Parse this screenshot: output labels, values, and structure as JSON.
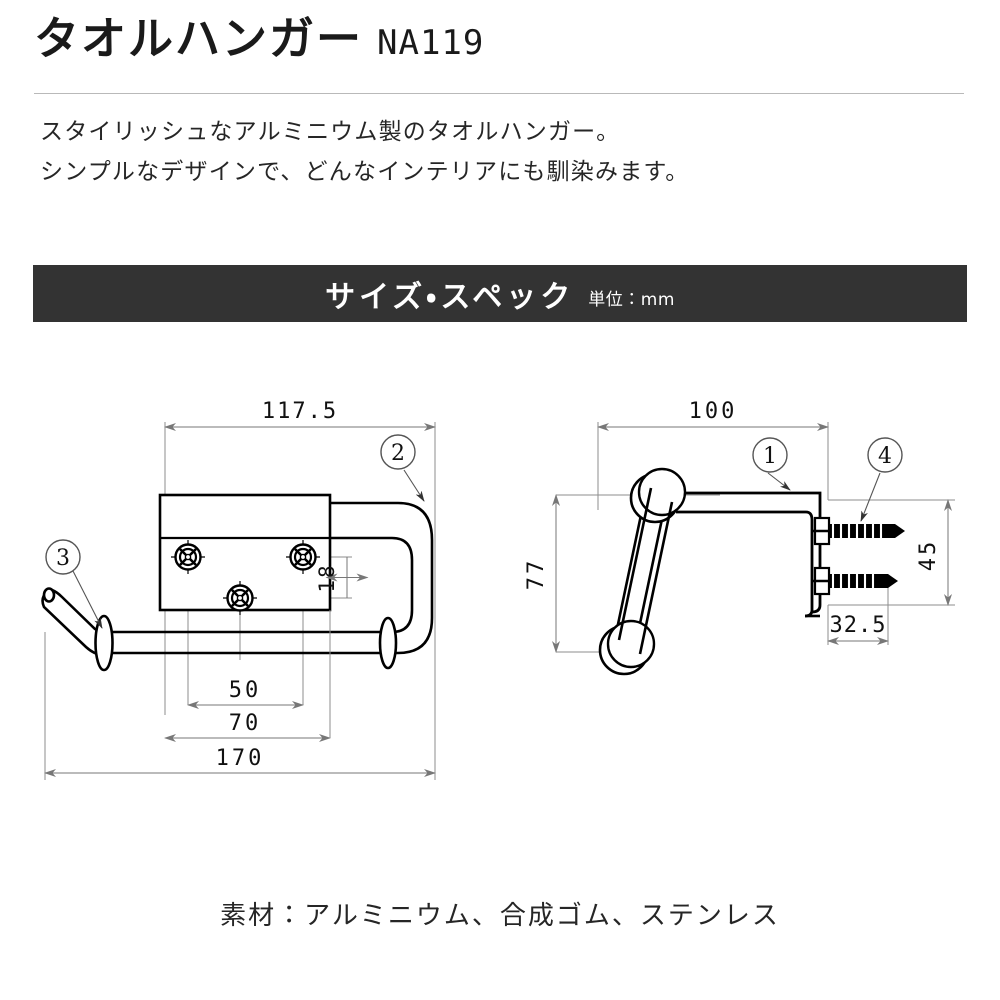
{
  "header": {
    "product_name": "タオルハンガー",
    "model_number": "NA119",
    "description_lines": [
      "スタイリッシュなアルミニウム製のタオルハンガー。",
      "シンプルなデザインで、どんなインテリアにも馴染みます。"
    ]
  },
  "banner": {
    "title": "サイズ・スペック",
    "unit_note": "単位：mm",
    "background_color": "#333333",
    "text_color": "#ffffff"
  },
  "spec_drawing": {
    "front_view": {
      "dimensions": {
        "overall_width": "170",
        "bracket_width": "117.5",
        "screw_spacing_outer": "70",
        "screw_spacing_inner": "50",
        "plate_offset": "18"
      },
      "callouts": [
        {
          "number": "2",
          "target": "u-bend-corner"
        },
        {
          "number": "3",
          "target": "rubber-ring-left"
        }
      ]
    },
    "side_view": {
      "dimensions": {
        "depth": "100",
        "height": "77",
        "plate_height": "45",
        "screw_length": "32.5"
      },
      "callouts": [
        {
          "number": "1",
          "target": "arm-upper"
        },
        {
          "number": "4",
          "target": "mounting-screw"
        }
      ]
    },
    "line_color": "#000000",
    "dimension_line_color": "#777777"
  },
  "footer": {
    "material_text": "素材：アルミニウム、合成ゴム、ステンレス"
  }
}
